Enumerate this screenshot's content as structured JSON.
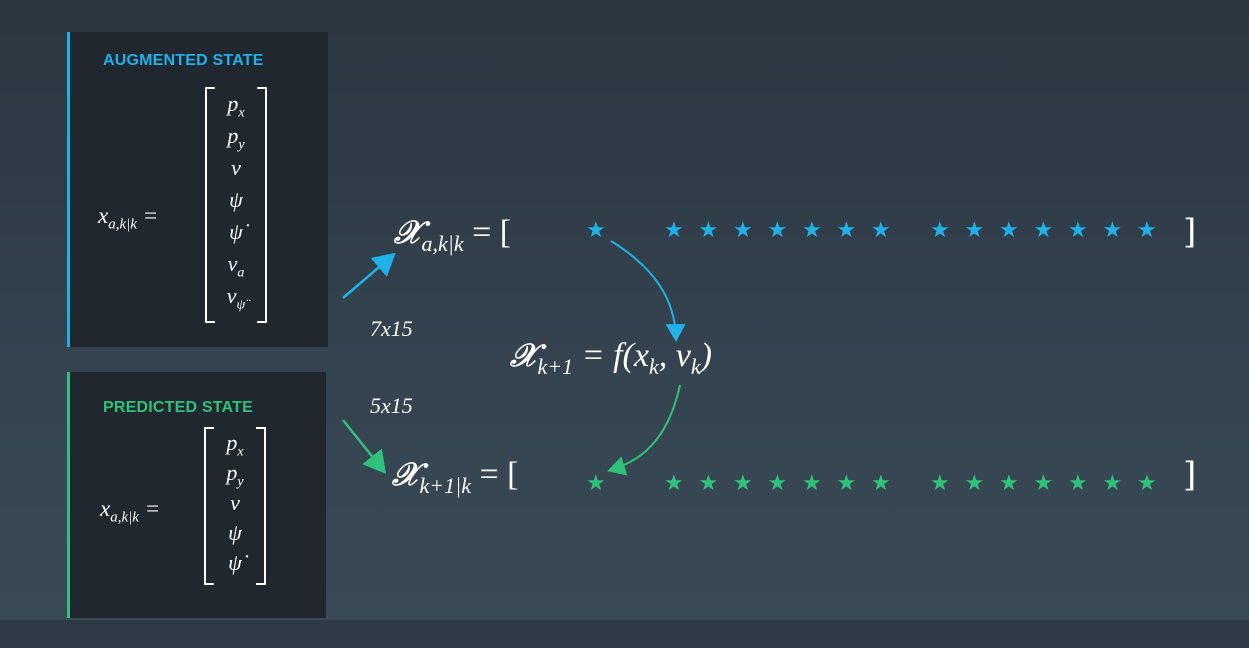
{
  "colors": {
    "augmented": "#1eb2e8",
    "predicted": "#2fc27a",
    "background": "#34434f",
    "panel": "#20272f"
  },
  "augmented_panel": {
    "title": "AUGMENTED STATE",
    "lhs_var": "x",
    "lhs_sub": "a,k|k",
    "lhs_eq": " =",
    "entries": [
      {
        "base": "p",
        "sub": "x"
      },
      {
        "base": "p",
        "sub": "y"
      },
      {
        "base": "v",
        "sub": ""
      },
      {
        "base": "ψ",
        "sub": ""
      },
      {
        "base": "ψ̇",
        "sub": ""
      },
      {
        "base": "ν",
        "sub": "a"
      },
      {
        "base": "ν",
        "sub": "ψ̈"
      }
    ]
  },
  "predicted_panel": {
    "title": "PREDICTED STATE",
    "lhs_var": "x",
    "lhs_sub": "a,k|k",
    "lhs_eq": " =",
    "entries": [
      {
        "base": "p",
        "sub": "x"
      },
      {
        "base": "p",
        "sub": "y"
      },
      {
        "base": "v",
        "sub": ""
      },
      {
        "base": "ψ",
        "sub": ""
      },
      {
        "base": "ψ̇",
        "sub": ""
      }
    ]
  },
  "dimensions": {
    "augmented": "7x15",
    "predicted": "5x15"
  },
  "sigma_aug": {
    "symbol": "𝒳",
    "sub": "a,k|k",
    "eq": " = [",
    "close": "]"
  },
  "process_model": {
    "symbol": "𝒳",
    "sub": "k+1",
    "rhs": " = f(x",
    "rhs_sub1": "k",
    "rhs_mid": ", ν",
    "rhs_sub2": "k",
    "rhs_end": ")"
  },
  "sigma_pred": {
    "symbol": "𝒳",
    "sub": "k+1|k",
    "eq": " = [",
    "close": "]"
  },
  "star_glyph": "★",
  "star_rows": {
    "first": 1,
    "group_a": 7,
    "group_b": 7
  }
}
